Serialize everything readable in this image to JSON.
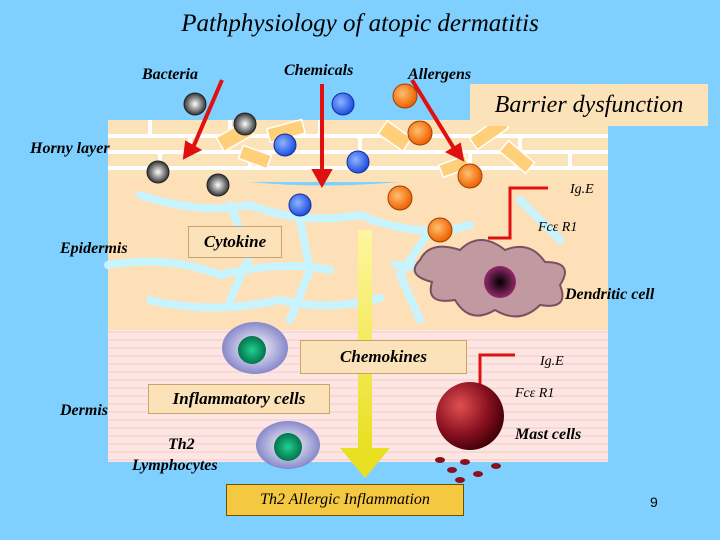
{
  "title": "Pathphysiology of atopic dermatitis",
  "labels": {
    "bacteria": "Bacteria",
    "chemicals": "Chemicals",
    "allergens": "Allergens",
    "barrier": "Barrier dysfunction",
    "horny_layer": "Horny layer",
    "epidermis": "Epidermis",
    "dermis": "Dermis",
    "cytokine": "Cytokine",
    "chemokines": "Chemokines",
    "inflammatory_cells": "Inflammatory cells",
    "th2_line1": "Th2",
    "th2_line2": "Lymphocytes",
    "th2_allergic": "Th2 Allergic Inflammation",
    "ige_top": "Ig.E",
    "fcer1_top": "Fcε R1",
    "dendritic": "Dendritic cell",
    "ige_bottom": "Ig.E",
    "fcer1_bottom": "Fcε R1",
    "mast": "Mast cells",
    "page_number": "9"
  },
  "colors": {
    "background": "#7fd0ff",
    "skin": "#fbe2b8",
    "dermis_bg": "#fde0dc",
    "arrow": "#e01010",
    "bacteria": "#555555",
    "chemical": "#2a6af0",
    "allergen": "#ff7a10"
  }
}
